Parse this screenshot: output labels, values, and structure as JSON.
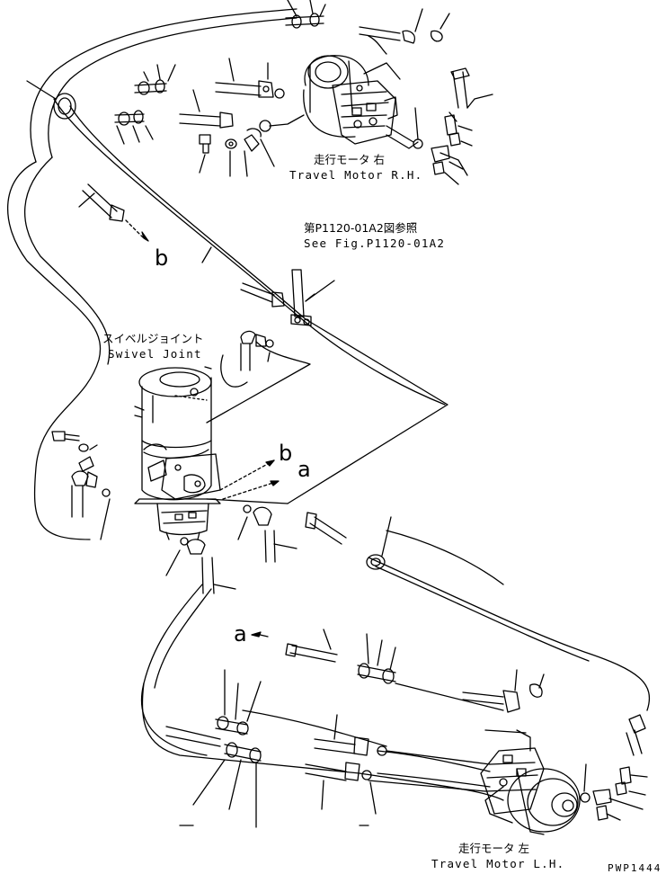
{
  "labels": {
    "travel_motor_rh_ja": "走行モータ 右",
    "travel_motor_rh_en": "Travel Motor R.H.",
    "see_fig_ja": "第P1120-01A2図参照",
    "see_fig_en": "See Fig.P1120-01A2",
    "swivel_joint_ja": "スイベルジョイント",
    "swivel_joint_en": "Swivel Joint",
    "travel_motor_lh_ja": "走行モータ 左",
    "travel_motor_lh_en": "Travel Motor L.H.",
    "arrow_b_upper": "b",
    "arrow_b_mid": "b",
    "arrow_a_mid": "a",
    "arrow_a_lower": "a",
    "drawing_ref": "PWP1444"
  }
}
